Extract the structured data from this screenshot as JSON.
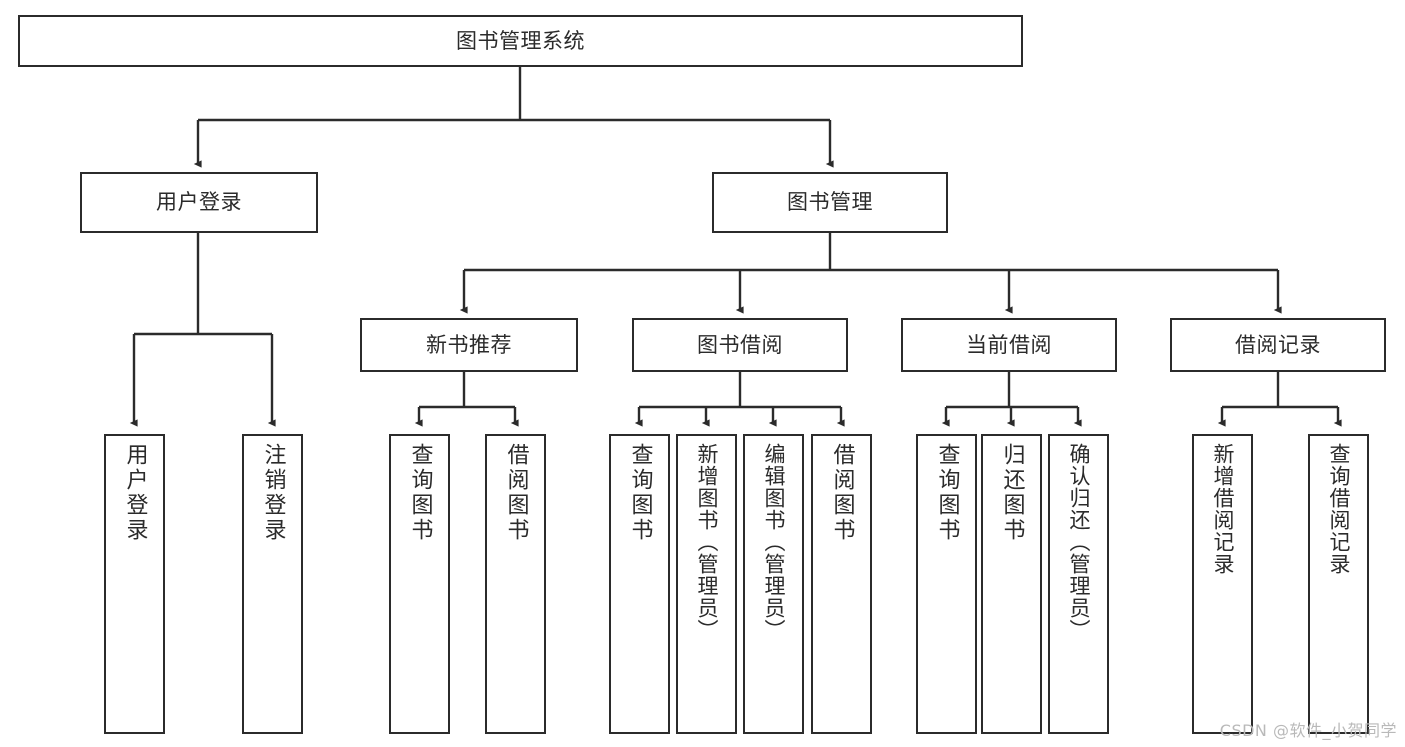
{
  "diagram": {
    "title": "图书管理系统",
    "type": "tree-hierarchy-chart",
    "stroke_color": "#2b2b2b",
    "fill_color": "#ffffff",
    "text_color": "#2b2b2b"
  },
  "root": {
    "label": "图书管理系统"
  },
  "level2": [
    {
      "label": "用户登录"
    },
    {
      "label": "图书管理"
    }
  ],
  "level3": [
    {
      "label": "新书推荐"
    },
    {
      "label": "图书借阅"
    },
    {
      "label": "当前借阅"
    },
    {
      "label": "借阅记录"
    }
  ],
  "leaves": {
    "user_login": [
      {
        "label": "用户登录"
      },
      {
        "label": "注销登录"
      }
    ],
    "new_book_recommend": [
      {
        "label": "查询图书"
      },
      {
        "label": "借阅图书"
      }
    ],
    "book_borrow": [
      {
        "label": "查询图书"
      },
      {
        "label": "新增图书（管理员）"
      },
      {
        "label": "编辑图书（管理员）"
      },
      {
        "label": "借阅图书"
      }
    ],
    "current_borrow": [
      {
        "label": "查询图书"
      },
      {
        "label": "归还图书"
      },
      {
        "label": "确认归还（管理员）"
      }
    ],
    "borrow_record": [
      {
        "label": "新增借阅记录"
      },
      {
        "label": "查询借阅记录"
      }
    ]
  },
  "watermark": {
    "text": "CSDN @软件_小贺同学"
  }
}
